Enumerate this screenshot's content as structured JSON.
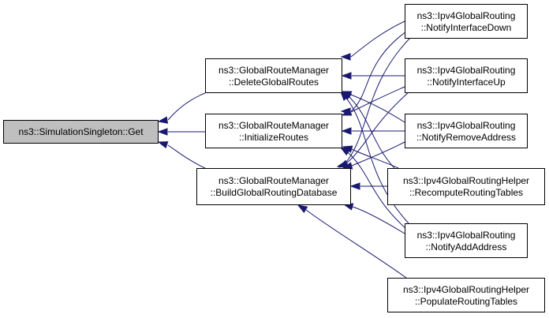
{
  "colors": {
    "edge": "#191970",
    "root_fill": "#bfbfbf",
    "node_fill": "#ffffff",
    "border": "#000000"
  },
  "nodes": {
    "get": {
      "lines": [
        "ns3::SimulationSingleton::Get"
      ]
    },
    "delete_routes": {
      "lines": [
        "ns3::GlobalRouteManager",
        "::DeleteGlobalRoutes"
      ]
    },
    "initialize_routes": {
      "lines": [
        "ns3::GlobalRouteManager",
        "::InitializeRoutes"
      ]
    },
    "build_db": {
      "lines": [
        "ns3::GlobalRouteManager",
        "::BuildGlobalRoutingDatabase"
      ]
    },
    "notify_if_down": {
      "lines": [
        "ns3::Ipv4GlobalRouting",
        "::NotifyInterfaceDown"
      ]
    },
    "notify_if_up": {
      "lines": [
        "ns3::Ipv4GlobalRouting",
        "::NotifyInterfaceUp"
      ]
    },
    "notify_remove": {
      "lines": [
        "ns3::Ipv4GlobalRouting",
        "::NotifyRemoveAddress"
      ]
    },
    "recompute": {
      "lines": [
        "ns3::Ipv4GlobalRoutingHelper",
        "::RecomputeRoutingTables"
      ]
    },
    "notify_add": {
      "lines": [
        "ns3::Ipv4GlobalRouting",
        "::NotifyAddAddress"
      ]
    },
    "populate": {
      "lines": [
        "ns3::Ipv4GlobalRoutingHelper",
        "::PopulateRoutingTables"
      ]
    }
  },
  "edges": [
    {
      "from": "delete_routes",
      "to": "get"
    },
    {
      "from": "initialize_routes",
      "to": "get"
    },
    {
      "from": "build_db",
      "to": "get"
    },
    {
      "from": "notify_if_down",
      "to": "delete_routes"
    },
    {
      "from": "notify_if_down",
      "to": "initialize_routes"
    },
    {
      "from": "notify_if_down",
      "to": "build_db"
    },
    {
      "from": "notify_if_up",
      "to": "delete_routes"
    },
    {
      "from": "notify_if_up",
      "to": "initialize_routes"
    },
    {
      "from": "notify_if_up",
      "to": "build_db"
    },
    {
      "from": "notify_remove",
      "to": "delete_routes"
    },
    {
      "from": "notify_remove",
      "to": "initialize_routes"
    },
    {
      "from": "notify_remove",
      "to": "build_db"
    },
    {
      "from": "recompute",
      "to": "delete_routes"
    },
    {
      "from": "recompute",
      "to": "initialize_routes"
    },
    {
      "from": "recompute",
      "to": "build_db"
    },
    {
      "from": "notify_add",
      "to": "delete_routes"
    },
    {
      "from": "notify_add",
      "to": "initialize_routes"
    },
    {
      "from": "notify_add",
      "to": "build_db"
    },
    {
      "from": "populate",
      "to": "build_db"
    }
  ]
}
